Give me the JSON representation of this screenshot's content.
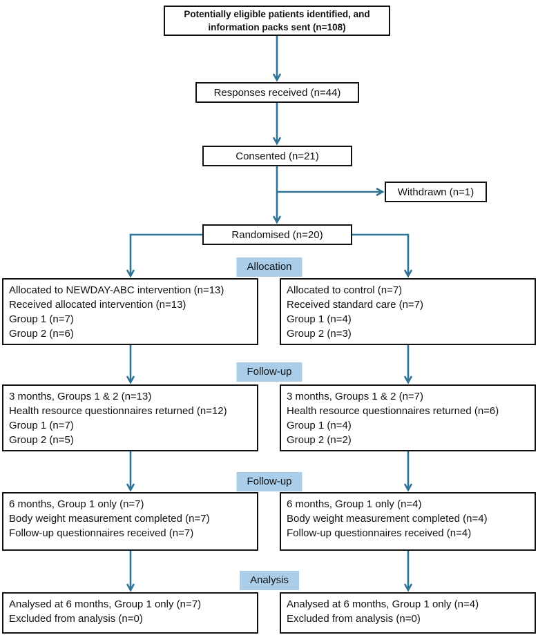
{
  "theme": {
    "arrow_color": "#2E7396",
    "label_bg": "#AACDE9",
    "box_border": "#111111",
    "page_bg": "#FFFFFF"
  },
  "flow": {
    "eligible": "Potentially eligible patients identified, and information packs sent (n=108)",
    "responses": "Responses received (n=44)",
    "consented": "Consented (n=21)",
    "withdrawn": "Withdrawn (n=1)",
    "randomised": "Randomised (n=20)"
  },
  "stage_labels": {
    "allocation": "Allocation",
    "followup_3m": "Follow-up",
    "followup_6m": "Follow-up",
    "analysis": "Analysis"
  },
  "columns": {
    "intervention": {
      "allocation": [
        "Allocated to NEWDAY-ABC intervention (n=13)",
        "Received allocated intervention (n=13)",
        "Group 1 (n=7)",
        "Group 2 (n=6)"
      ],
      "followup_3m": [
        "3 months, Groups 1 & 2 (n=13)",
        "Health resource questionnaires returned (n=12)",
        "Group 1 (n=7)",
        "Group 2 (n=5)"
      ],
      "followup_6m": [
        "6 months, Group 1 only (n=7)",
        "Body weight measurement completed (n=7)",
        "Follow-up questionnaires received (n=7)"
      ],
      "analysis": [
        "Analysed at 6 months, Group 1 only (n=7)",
        "Excluded from analysis (n=0)"
      ]
    },
    "control": {
      "allocation": [
        "Allocated to control (n=7)",
        "Received standard care (n=7)",
        "Group 1 (n=4)",
        "Group 2 (n=3)"
      ],
      "followup_3m": [
        "3 months, Groups 1 & 2 (n=7)",
        "Health resource questionnaires returned (n=6)",
        "Group 1 (n=4)",
        "Group 2 (n=2)"
      ],
      "followup_6m": [
        "6 months, Group 1 only (n=4)",
        "Body weight measurement completed (n=4)",
        "Follow-up questionnaires received (n=4)"
      ],
      "analysis": [
        "Analysed at 6 months, Group 1 only (n=4)",
        "Excluded from analysis (n=0)"
      ]
    }
  }
}
